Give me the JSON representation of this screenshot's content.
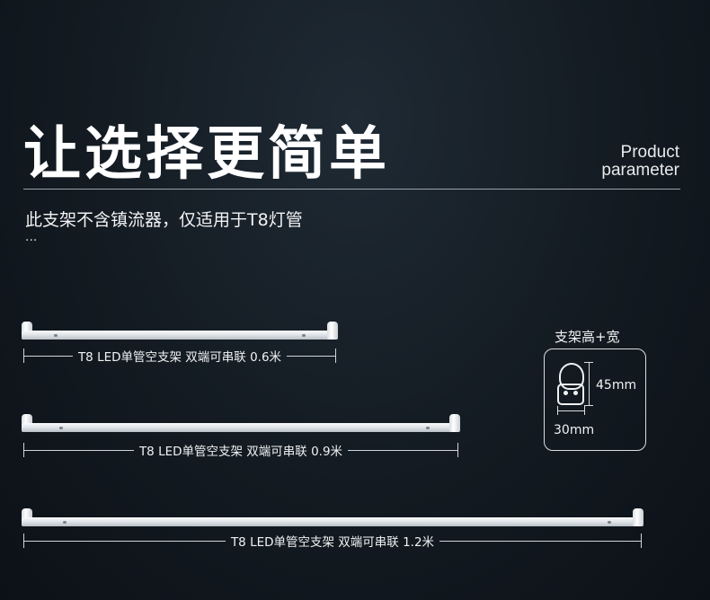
{
  "header": {
    "title": "让选择更简单",
    "en_line1": "Product",
    "en_line2": "parameter"
  },
  "subtitle": "此支架不含镇流器，仅适用于T8灯管",
  "ellipsis": "...",
  "fixtures": [
    {
      "label": "T8 LED单管空支架 双端可串联 0.6米"
    },
    {
      "label": "T8 LED单管空支架 双端可串联 0.9米"
    },
    {
      "label": "T8 LED单管空支架 双端可串联 1.2米"
    }
  ],
  "spec": {
    "title": "支架高+宽",
    "height": "45mm",
    "width": "30mm"
  }
}
